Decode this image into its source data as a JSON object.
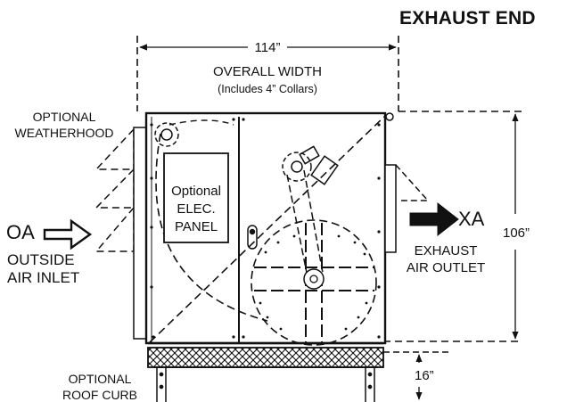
{
  "title": "EXHAUST END",
  "width_dim": "114”",
  "overall_width": "OVERALL WIDTH",
  "collars_note": "(Includes 4” Collars)",
  "optional_weatherhood": [
    "OPTIONAL",
    "WEATHERHOOD"
  ],
  "optional_elec_panel": [
    "Optional",
    "ELEC.",
    "PANEL"
  ],
  "oa_abbr": "OA",
  "outside_air_inlet": [
    "OUTSIDE",
    "AIR INLET"
  ],
  "xa_abbr": "XA",
  "exhaust_air_outlet": [
    "EXHAUST",
    "AIR OUTLET"
  ],
  "height_dim": "106”",
  "curb_dim": "16”",
  "optional_roof_curb": [
    "OPTIONAL",
    "ROOF CURB"
  ]
}
